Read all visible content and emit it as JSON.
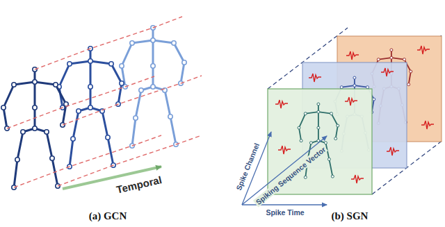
{
  "diagram": {
    "labels": [
      "Temporal",
      "Spike Channel",
      "Spiking Sequence Vector",
      "Spike Time",
      "(a) GCN",
      "(b) SGN"
    ]
  }
}
